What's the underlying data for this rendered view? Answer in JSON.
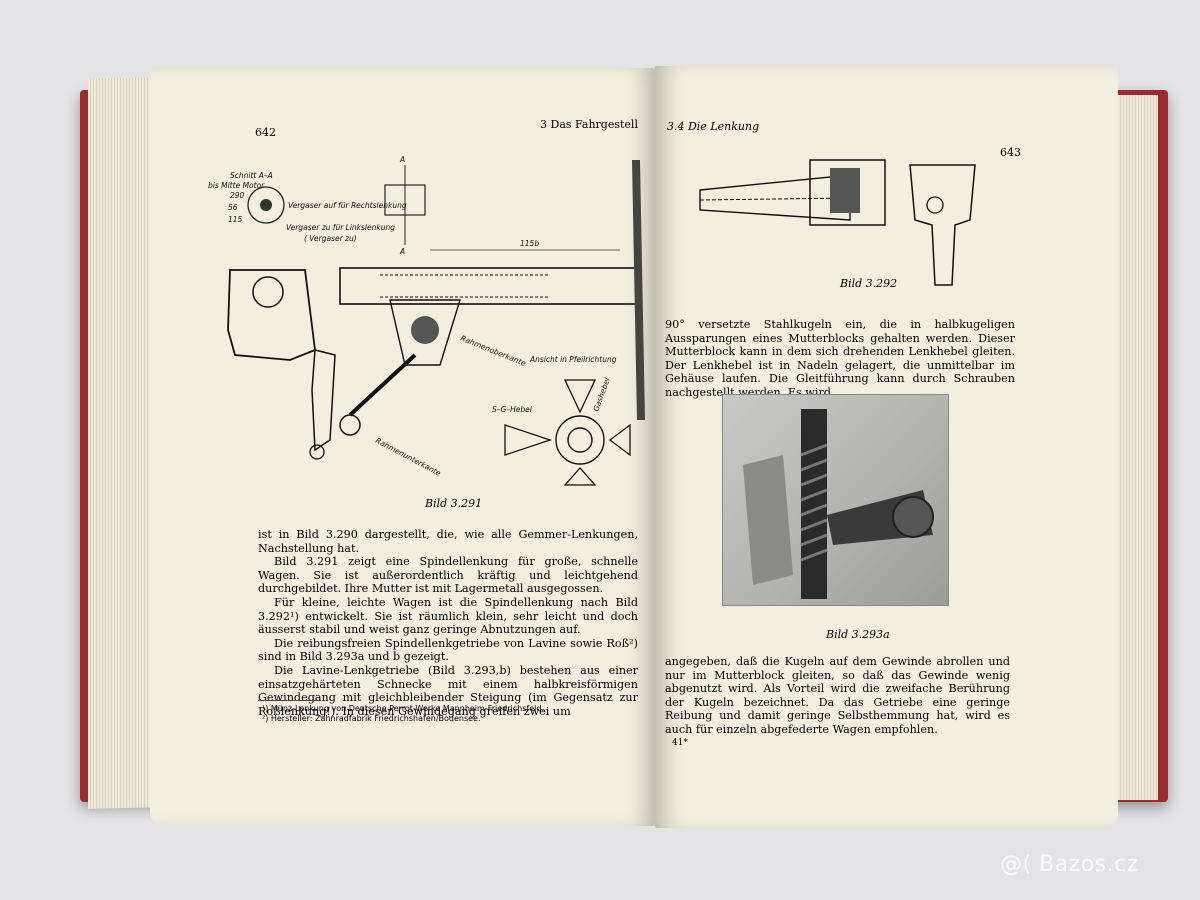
{
  "left_page": {
    "page_number": "642",
    "running_head": "3 Das Fahrgestell",
    "figure_caption": "Bild 3.291",
    "figure_labels": {
      "section": "Schnitt A–A",
      "motor": "bis Mitte Motor",
      "dim_290": "290",
      "dim_56": "56",
      "dim_115": "115",
      "dim_115b": "115b",
      "carb_right": "Vergaser auf für Rechtslenkung",
      "carb_left": "Vergaser zu für Linkslenkung",
      "carb_note": "( Vergaser zu)",
      "a_top": "A",
      "a_bottom": "A",
      "arrow_view": "Ansicht in Pfeilrichtung",
      "frame_top": "Rahmenoberkante",
      "frame_bottom": "Rahmenunterkante",
      "sg_lever": "S–G–Hebel",
      "gas_lever": "Gashebel"
    },
    "paragraphs": [
      "ist in Bild 3.290 dargestellt, die, wie alle Gemmer-Lenkungen, Nachstellung hat.",
      "Bild 3.291 zeigt eine Spindellenkung für große, schnelle Wagen. Sie ist außerordentlich kräftig und leichtgehend durchgebildet. Ihre Mutter ist mit Lagermetall ausgegossen.",
      "Für kleine, leichte Wagen ist die Spindellenkung nach Bild 3.292¹) entwickelt. Sie ist räumlich klein, sehr leicht und doch äusserst stabil und weist ganz geringe Abnutzungen auf.",
      "Die reibungsfreien Spindellenkgetriebe von Lavine sowie Roß²) sind in Bild 3.293a und b gezeigt.",
      "Die Lavine-Lenkgetriebe (Bild 3.293,b) bestehen aus einer einsatzgehärteten Schnecke mit einem halbkreisförmigen Gewindegang mit gleichbleibender Steigung (im Gegensatz zur Roßlenkung!). In diesen Gewindegang greifen zwei um"
    ],
    "footnotes": [
      "¹) Münz-Lenkung von Deutsche Perrot-Werke Mannheim-Friedrichsfeld.",
      "²) Hersteller: Zahnradfabrik Friedrichshafen/Bodensee."
    ]
  },
  "right_page": {
    "page_number": "643",
    "running_head": "3.4 Die Lenkung",
    "figure_caption_top": "Bild 3.292",
    "paragraph_top": "90° versetzte Stahlkugeln ein, die in halbkugeligen Aussparungen eines Mutterblocks gehalten werden. Dieser Mutterblock kann in dem sich drehenden Lenkhebel gleiten. Der Lenkhebel ist in Nadeln gelagert, die unmittelbar im Gehäuse laufen. Die Gleitführung kann durch Schrauben nachgestellt werden. Es wird",
    "figure_caption_photo": "Bild 3.293a",
    "paragraph_bottom": "angegeben, daß die Kugeln auf dem Gewinde abrollen und nur im Mutterblock gleiten, so daß das Gewinde wenig abgenutzt wird. Als Vorteil wird die zweifache Berührung der Kugeln bezeichnet. Da das Getriebe eine geringe Reibung und damit geringe Selbsthemmung hat, wird es auch für einzeln abgefederte Wagen empfohlen.",
    "signature_mark": "41*"
  },
  "watermark": "@( Bazos.cz"
}
